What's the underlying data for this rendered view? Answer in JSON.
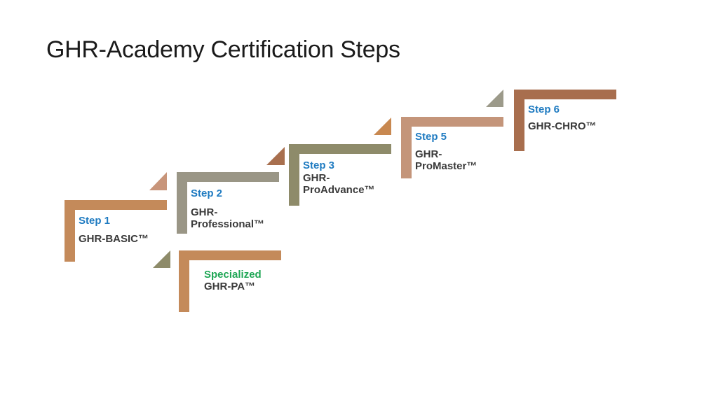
{
  "title": "GHR-Academy Certification Steps",
  "colors": {
    "step_label": "#1f7bc1",
    "specialized_label": "#1fa655",
    "name_text": "#3a3a3a"
  },
  "steps": [
    {
      "label": "Step 1",
      "name_line1": "GHR-BASIC™",
      "name_line2": "",
      "color": "#c48a5a"
    },
    {
      "label": "Step 2",
      "name_line1": "GHR-",
      "name_line2": "Professional™",
      "color": "#9a9686"
    },
    {
      "label": "Step 3",
      "name_line1": "GHR-",
      "name_line2": "ProAdvance™",
      "color": "#8e8b6a"
    },
    {
      "label": "Step 5",
      "name_line1": "GHR-",
      "name_line2": "ProMaster™",
      "color": "#c4957a"
    },
    {
      "label": "Step 6",
      "name_line1": "GHR-CHRO™",
      "name_line2": "",
      "color": "#a86e4e"
    }
  ],
  "specialized": {
    "label": "Specialized",
    "name": "GHR-PA™",
    "color": "#c48a5a"
  },
  "triangles": [
    "#c8957a",
    "#a86f4e",
    "#c88850",
    "#9c9a8a",
    "#8e8b6a"
  ]
}
